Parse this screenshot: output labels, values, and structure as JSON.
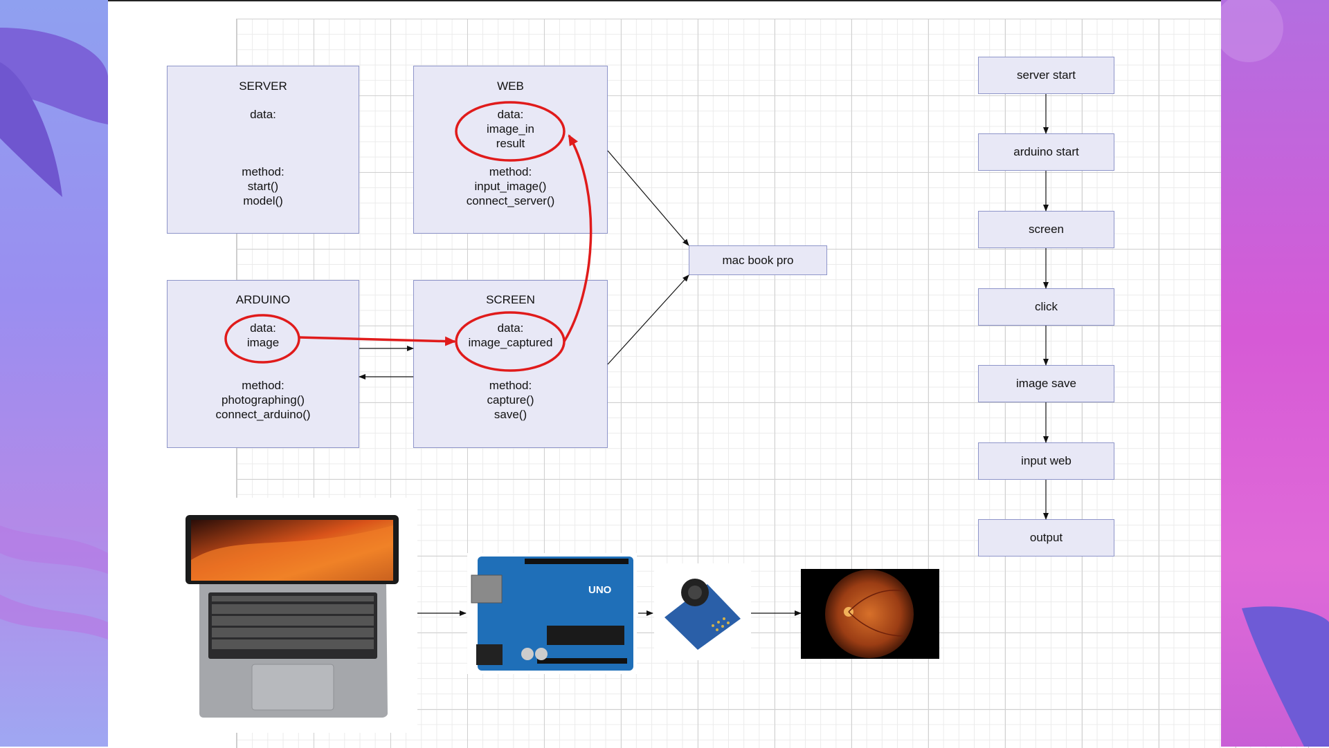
{
  "classes": {
    "server": {
      "title": "SERVER",
      "data": [
        "data:"
      ],
      "method": [
        "method:",
        "start()",
        "model()"
      ]
    },
    "web": {
      "title": "WEB",
      "data": [
        "data:",
        "image_in",
        "result"
      ],
      "method": [
        "method:",
        "input_image()",
        "connect_server()"
      ]
    },
    "arduino": {
      "title": "ARDUINO",
      "data": [
        "data:",
        "image"
      ],
      "method": [
        "method:",
        "photographing()",
        "connect_arduino()"
      ]
    },
    "screen": {
      "title": "SCREEN",
      "data": [
        "data:",
        "image_captured"
      ],
      "method": [
        "method:",
        "capture()",
        "save()"
      ]
    }
  },
  "target": {
    "label": "mac book pro"
  },
  "flow": [
    "server start",
    "arduino start",
    "screen",
    "click",
    "image save",
    "input web",
    "output"
  ],
  "hardware": [
    "laptop",
    "arduino-uno-board",
    "camera-module",
    "retina-fundus-image"
  ],
  "colors": {
    "box_fill": "#e8e8f6",
    "box_border": "#8d94c9",
    "highlight": "#e01b1b"
  }
}
